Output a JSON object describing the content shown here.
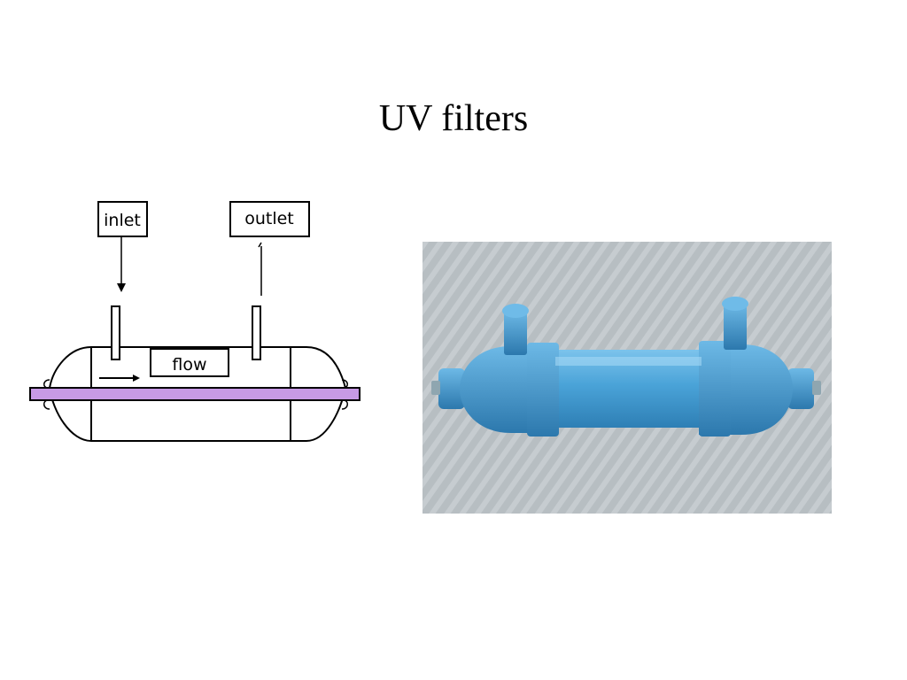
{
  "slide": {
    "title": "UV filters"
  },
  "diagram": {
    "inlet_label": "inlet",
    "outlet_label": "outlet",
    "flow_label": "flow",
    "lamp_color": "#c79ae6"
  },
  "photo": {
    "subject": "blue UV filter housing",
    "body_color": "#4aa3d8",
    "background_color": "#b7bec2"
  }
}
